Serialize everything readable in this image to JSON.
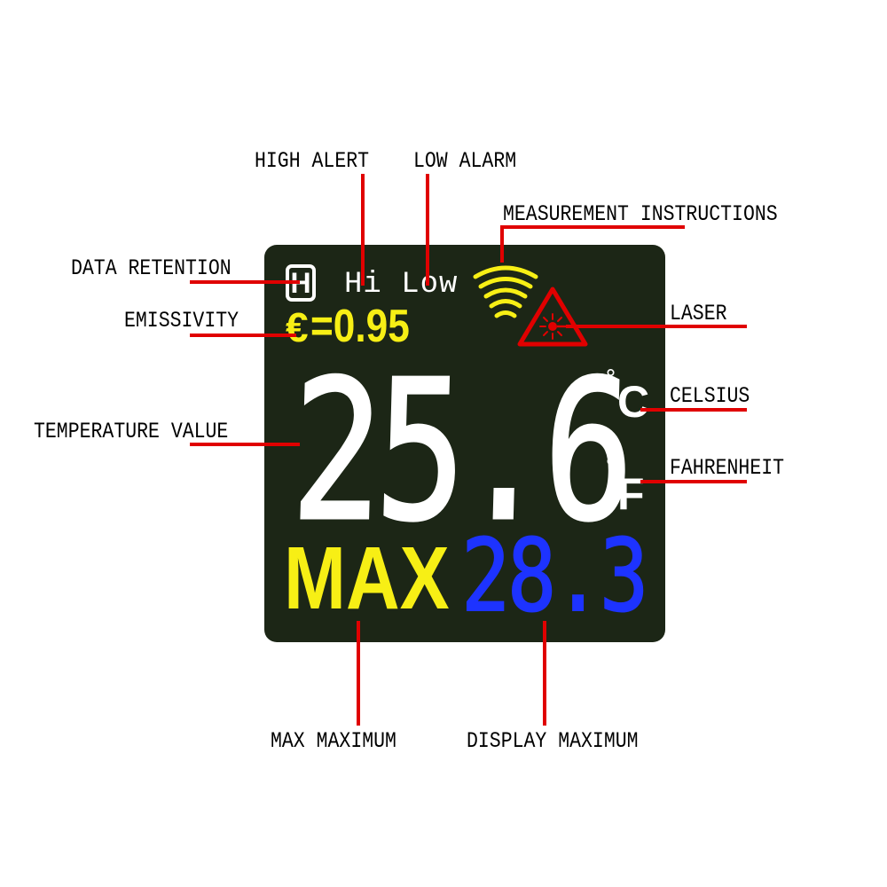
{
  "callouts": {
    "high_alert": "HIGH ALERT",
    "low_alarm": "LOW ALARM",
    "measurement_instructions": "MEASUREMENT INSTRUCTIONS",
    "data_retention": "DATA RETENTION",
    "emissivity": "EMISSIVITY",
    "laser": "LASER",
    "temperature_value": "TEMPERATURE VALUE",
    "celsius": "CELSIUS",
    "fahrenheit": "FAHRENHEIT",
    "max_maximum": "MAX MAXIMUM",
    "display_maximum": "DISPLAY MAXIMUM"
  },
  "display": {
    "hold_icon": "H",
    "hi_low": "Hi Low",
    "emissivity_symbol": "€",
    "emissivity_value": "=0.95",
    "temperature": "25.6",
    "unit_c_degree": "°",
    "unit_c": "C",
    "unit_f_degree": "°",
    "unit_f": "F",
    "max_label": "MAX",
    "max_value": "28.3"
  },
  "icons": {
    "signal": "measuring-signal-icon",
    "laser": "laser-warning-icon"
  },
  "colors": {
    "screen_background": "#1c2616",
    "leader_line": "#e00000",
    "yellow": "#f7ef15",
    "blue": "#1d33ff",
    "white": "#ffffff"
  }
}
